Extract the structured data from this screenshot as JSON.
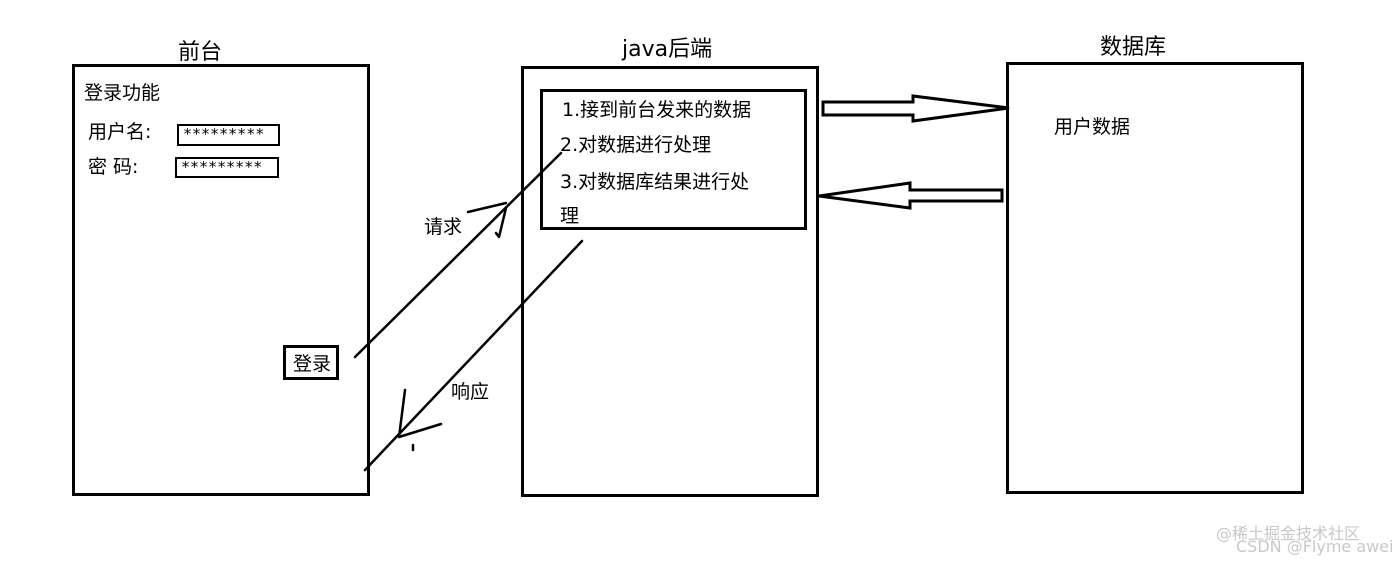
{
  "frontend": {
    "title": "前台",
    "subtitle": "登录功能",
    "username_label": "用户名:",
    "username_value": "*********",
    "password_label": "密    码:",
    "password_value": "*********",
    "login_button": "登录"
  },
  "backend": {
    "title": "java后端",
    "steps": [
      "1.接到前台发来的数据",
      "2.对数据进行处理",
      "3.对数据库结果进行处",
      "理"
    ]
  },
  "database": {
    "title": "数据库",
    "content": "用户数据"
  },
  "flows": {
    "request_label": "请求",
    "response_label": "响应"
  },
  "watermark": {
    "line1": "@稀土掘金技术社区",
    "line2": "CSDN @Flyme awei"
  }
}
